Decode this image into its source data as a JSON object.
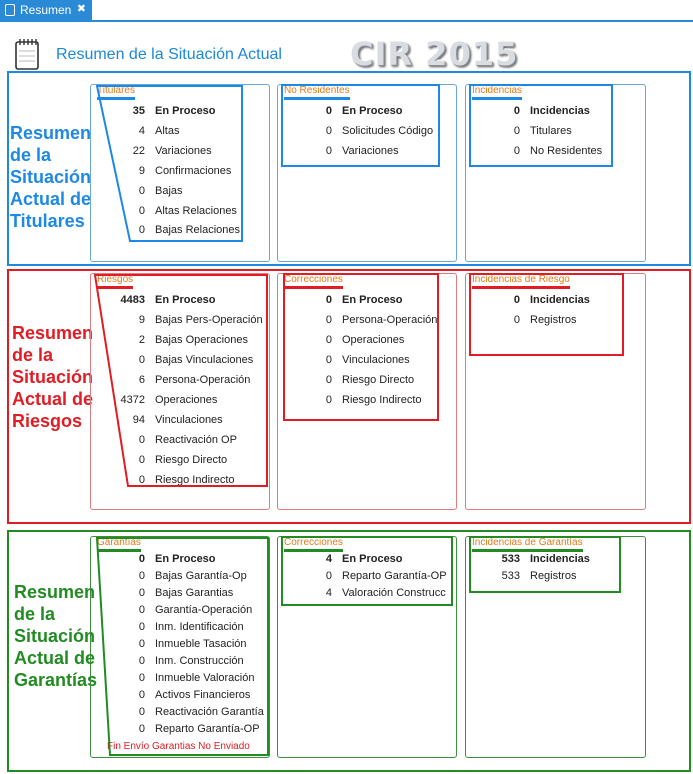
{
  "tab": {
    "label": "Resumen",
    "close_glyph": "✖"
  },
  "header": {
    "title": "Resumen de la Situación Actual",
    "cir_title": "CIR 2015"
  },
  "sections": {
    "titulares": {
      "label": "Resumen\nde la\nSituación\nActual de\nTitulares",
      "color": "#1e88e5"
    },
    "riesgos": {
      "label": "Resumen\nde la\nSituación\nActual de\nRiesgos",
      "color": "#e21c24"
    },
    "garantias": {
      "label": "Resumen\nde la\nSituación\nActual de\nGarantías",
      "color": "#228b22"
    }
  },
  "panels": {
    "titulares": {
      "title": "Titulares",
      "rows": [
        {
          "value": "35",
          "label": "En Proceso",
          "bold": true
        },
        {
          "value": "4",
          "label": "Altas"
        },
        {
          "value": "22",
          "label": "Variaciones"
        },
        {
          "value": "9",
          "label": "Confirmaciones"
        },
        {
          "value": "0",
          "label": "Bajas"
        },
        {
          "value": "0",
          "label": "Altas Relaciones"
        },
        {
          "value": "0",
          "label": "Bajas Relaciones"
        }
      ]
    },
    "no_residentes": {
      "title": "No Residentes",
      "rows": [
        {
          "value": "0",
          "label": "En Proceso",
          "bold": true
        },
        {
          "value": "0",
          "label": "Solicitudes Código"
        },
        {
          "value": "0",
          "label": "Variaciones"
        }
      ]
    },
    "incidencias": {
      "title": "Incidencias",
      "rows": [
        {
          "value": "0",
          "label": "Incidencias",
          "bold": true
        },
        {
          "value": "0",
          "label": "Titulares"
        },
        {
          "value": "0",
          "label": "No Residentes"
        }
      ]
    },
    "riesgos": {
      "title": "Riesgos",
      "rows": [
        {
          "value": "4483",
          "label": "En Proceso",
          "bold": true
        },
        {
          "value": "9",
          "label": "Bajas Pers-Operación"
        },
        {
          "value": "2",
          "label": "Bajas Operaciones"
        },
        {
          "value": "0",
          "label": "Bajas Vinculaciones"
        },
        {
          "value": "6",
          "label": "Persona-Operación"
        },
        {
          "value": "4372",
          "label": "Operaciones"
        },
        {
          "value": "94",
          "label": "Vinculaciones"
        },
        {
          "value": "0",
          "label": "Reactivación OP"
        },
        {
          "value": "0",
          "label": "Riesgo Directo"
        },
        {
          "value": "0",
          "label": "Riesgo Indirecto"
        }
      ]
    },
    "correcciones_riesgos": {
      "title": "Correcciones",
      "rows": [
        {
          "value": "0",
          "label": "En Proceso",
          "bold": true
        },
        {
          "value": "0",
          "label": "Persona-Operación"
        },
        {
          "value": "0",
          "label": "Operaciones"
        },
        {
          "value": "0",
          "label": "Vinculaciones"
        },
        {
          "value": "0",
          "label": "Riesgo Directo"
        },
        {
          "value": "0",
          "label": "Riesgo Indirecto"
        }
      ]
    },
    "incidencias_riesgo": {
      "title": "Incidencias de Riesgo",
      "rows": [
        {
          "value": "0",
          "label": "Incidencias",
          "bold": true
        },
        {
          "value": "0",
          "label": "Registros"
        }
      ]
    },
    "garantias": {
      "title": "Garantías",
      "rows": [
        {
          "value": "0",
          "label": "En Proceso",
          "bold": true
        },
        {
          "value": "0",
          "label": "Bajas Garantía-Op"
        },
        {
          "value": "0",
          "label": "Bajas Garantias"
        },
        {
          "value": "0",
          "label": "Garantía-Operación"
        },
        {
          "value": "0",
          "label": "Inm. Identificación"
        },
        {
          "value": "0",
          "label": "Inmueble Tasación"
        },
        {
          "value": "0",
          "label": "Inm. Construcción"
        },
        {
          "value": "0",
          "label": "Inmueble Valoración"
        },
        {
          "value": "0",
          "label": "Activos Financieros"
        },
        {
          "value": "0",
          "label": "Reactivación Garantía"
        },
        {
          "value": "0",
          "label": "Reparto Garantía-OP"
        }
      ],
      "footer": "Fin Envío Garantias No Enviado"
    },
    "correcciones_garantias": {
      "title": "Correcciones",
      "rows": [
        {
          "value": "4",
          "label": "En Proceso",
          "bold": true
        },
        {
          "value": "0",
          "label": "Reparto Garantía-OP"
        },
        {
          "value": "4",
          "label": "Valoración Construcc"
        }
      ]
    },
    "incidencias_garantias": {
      "title": "Incidencias de Garantías",
      "rows": [
        {
          "value": "533",
          "label": "Incidencias",
          "bold": true
        },
        {
          "value": "533",
          "label": "Registros"
        }
      ]
    }
  }
}
